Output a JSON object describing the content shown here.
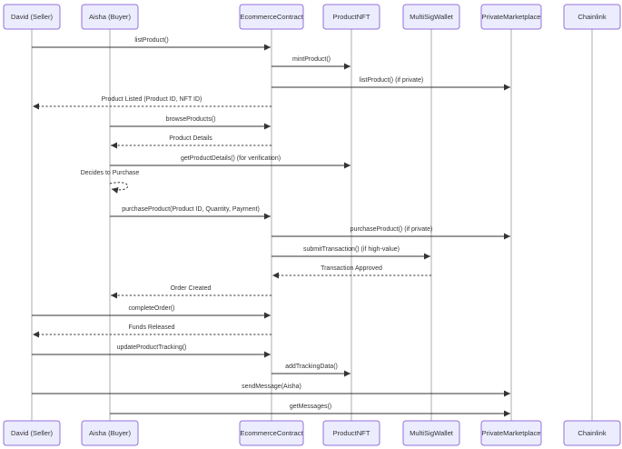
{
  "participants": [
    {
      "id": "david",
      "label": "David (Seller)"
    },
    {
      "id": "aisha",
      "label": "Aisha (Buyer)"
    },
    {
      "id": "ecommerce",
      "label": "EcommerceContract"
    },
    {
      "id": "productnft",
      "label": "ProductNFT"
    },
    {
      "id": "multisig",
      "label": "MultiSigWallet"
    },
    {
      "id": "private",
      "label": "PrivateMarketplace"
    },
    {
      "id": "chainlink",
      "label": "Chainlink"
    }
  ],
  "messages": [
    {
      "from": "david",
      "to": "ecommerce",
      "label": "listProduct()",
      "style": "solid"
    },
    {
      "from": "ecommerce",
      "to": "productnft",
      "label": "mintProduct()",
      "style": "solid"
    },
    {
      "from": "ecommerce",
      "to": "private",
      "label": "listProduct() (if private)",
      "style": "solid"
    },
    {
      "from": "ecommerce",
      "to": "david",
      "label": "Product Listed (Product ID, NFT ID)",
      "style": "dotted"
    },
    {
      "from": "aisha",
      "to": "ecommerce",
      "label": "browseProducts()",
      "style": "solid"
    },
    {
      "from": "ecommerce",
      "to": "aisha",
      "label": "Product Details",
      "style": "dotted"
    },
    {
      "from": "aisha",
      "to": "productnft",
      "label": "getProductDetails() (for verification)",
      "style": "solid"
    },
    {
      "from": "aisha",
      "to": "aisha",
      "label": "Decides to Purchase",
      "style": "dotted"
    },
    {
      "from": "aisha",
      "to": "ecommerce",
      "label": "purchaseProduct(Product ID, Quantity, Payment)",
      "style": "solid"
    },
    {
      "from": "ecommerce",
      "to": "private",
      "label": "purchaseProduct() (if private)",
      "style": "solid"
    },
    {
      "from": "ecommerce",
      "to": "multisig",
      "label": "submitTransaction() (if high-value)",
      "style": "solid"
    },
    {
      "from": "multisig",
      "to": "ecommerce",
      "label": "Transaction Approved",
      "style": "dotted"
    },
    {
      "from": "ecommerce",
      "to": "aisha",
      "label": "Order Created",
      "style": "dotted"
    },
    {
      "from": "david",
      "to": "ecommerce",
      "label": "completeOrder()",
      "style": "solid"
    },
    {
      "from": "ecommerce",
      "to": "david",
      "label": "Funds Released",
      "style": "dotted"
    },
    {
      "from": "david",
      "to": "ecommerce",
      "label": "updateProductTracking()",
      "style": "solid"
    },
    {
      "from": "ecommerce",
      "to": "productnft",
      "label": "addTrackingData()",
      "style": "solid"
    },
    {
      "from": "david",
      "to": "private",
      "label": "sendMessage(Aisha)",
      "style": "solid"
    },
    {
      "from": "aisha",
      "to": "private",
      "label": "getMessages()",
      "style": "solid"
    }
  ],
  "colors": {
    "actor_fill": "#ECECFF",
    "actor_border": "#9370DB",
    "line": "#333333",
    "lifeline": "#999999",
    "text": "#333333"
  }
}
